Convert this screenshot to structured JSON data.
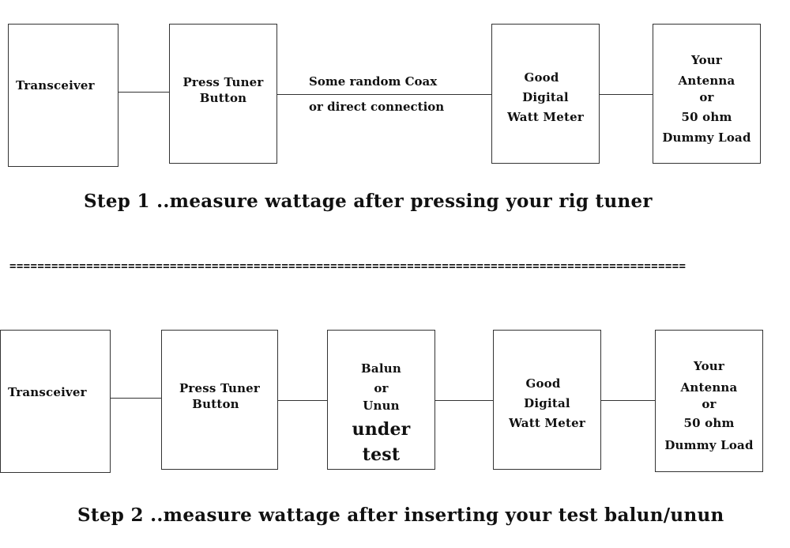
{
  "step1": {
    "transceiver": "Transceiver",
    "tuner_line1": "Press Tuner",
    "tuner_line2": "Button",
    "coax_line1": "Some random Coax",
    "coax_line2": "or direct connection",
    "meter_line1": "Good",
    "meter_line2": "Digital",
    "meter_line3": "Watt Meter",
    "antenna_line1": "Your",
    "antenna_line2": "Antenna",
    "antenna_line3": "or",
    "antenna_line4": "50 ohm",
    "antenna_line5": "Dummy Load",
    "caption": "Step 1 ..measure wattage after pressing your rig tuner"
  },
  "separator": "=================================================================================================",
  "step2": {
    "transceiver": "Transceiver",
    "tuner_line1": "Press Tuner",
    "tuner_line2": "Button",
    "balun_line1": "Balun",
    "balun_line2": "or",
    "balun_line3": "Unun",
    "balun_line4": "under",
    "balun_line5": "test",
    "meter_line1": "Good",
    "meter_line2": "Digital",
    "meter_line3": "Watt Meter",
    "antenna_line1": "Your",
    "antenna_line2": "Antenna",
    "antenna_line3": "or",
    "antenna_line4": "50 ohm",
    "antenna_line5": "Dummy Load",
    "caption": "Step 2 ..measure wattage after inserting your test balun/unun"
  }
}
